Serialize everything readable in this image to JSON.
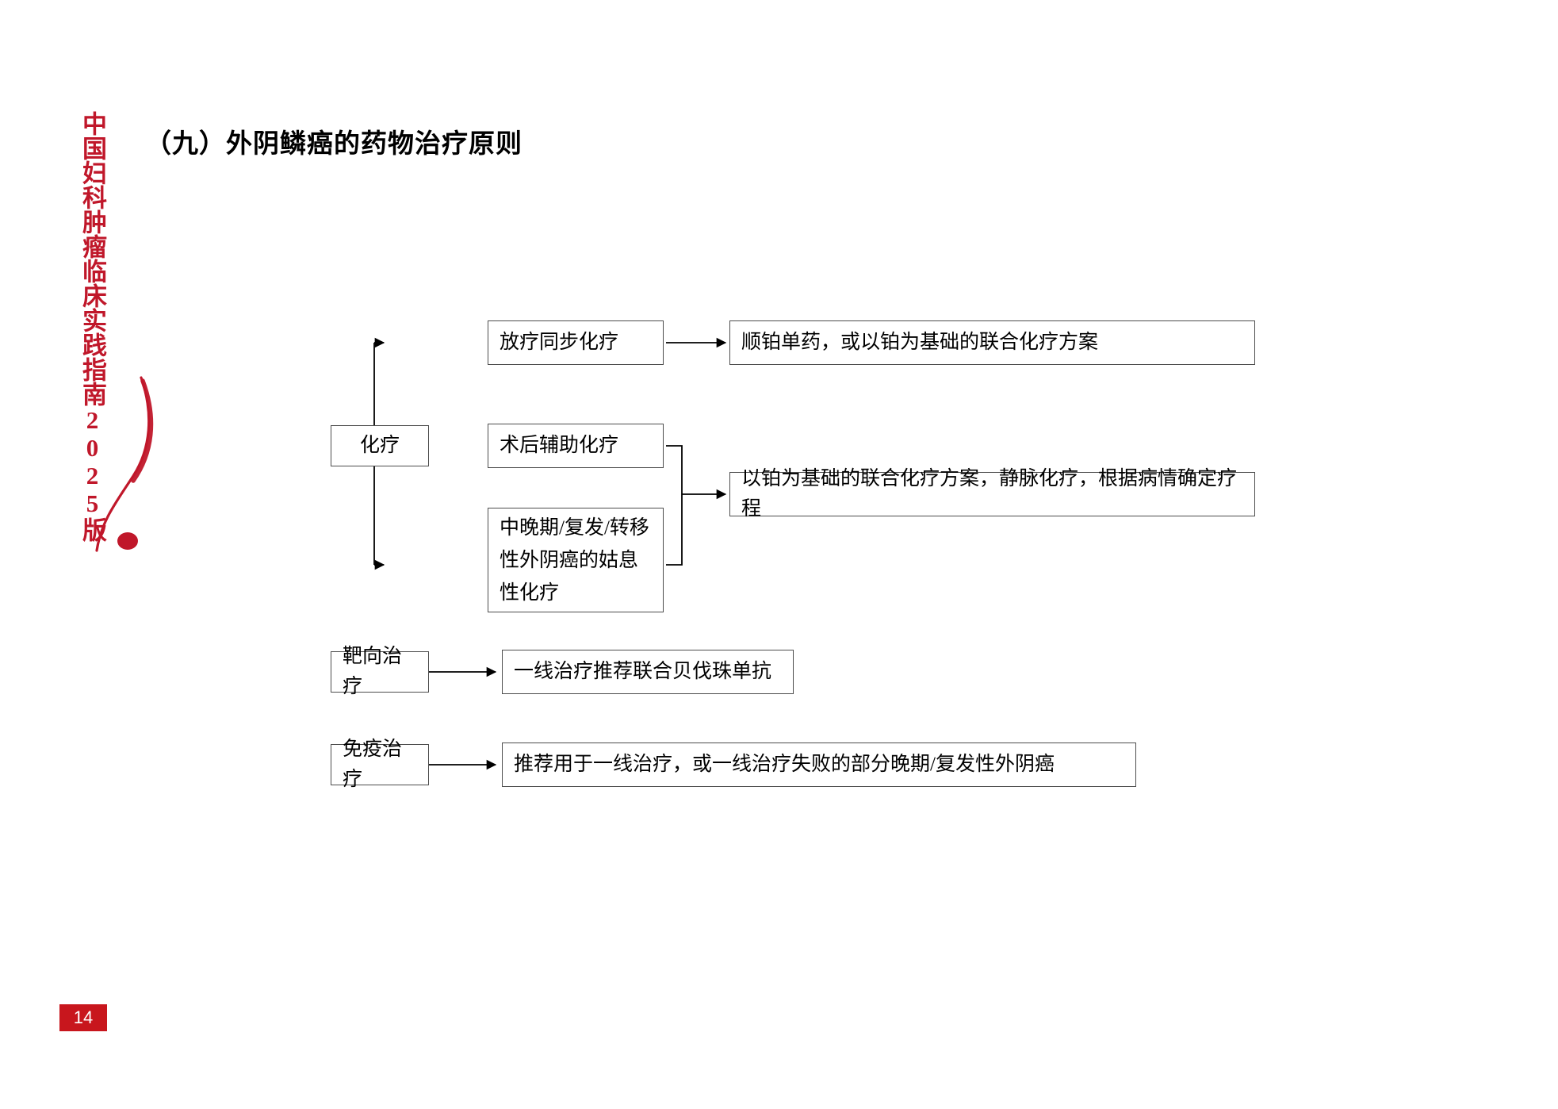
{
  "document": {
    "spine_text": "中国妇科肿瘤临床实践指南2025版",
    "title": "（九）外阴鳞癌的药物治疗原则",
    "page_number": "14",
    "accent_color": "#C0172A",
    "badge_color": "#C8161D"
  },
  "chart_data": {
    "type": "diagram",
    "title": "（九）外阴鳞癌的药物治疗原则",
    "nodes": [
      {
        "id": "chemo",
        "label": "化疗",
        "role": "category"
      },
      {
        "id": "ccrt",
        "label": "放疗同步化疗",
        "role": "branch"
      },
      {
        "id": "adjuvant",
        "label": "术后辅助化疗",
        "role": "branch"
      },
      {
        "id": "palliative",
        "label": "中晚期/复发/转移\n性外阴癌的姑息\n性化疗",
        "role": "branch"
      },
      {
        "id": "ccrt-detail",
        "label": "顺铂单药，或以铂为基础的联合化疗方案",
        "role": "detail"
      },
      {
        "id": "plat-detail",
        "label": "以铂为基础的联合化疗方案，静脉化疗，根据病情确定疗程",
        "role": "detail"
      },
      {
        "id": "targeted",
        "label": "靶向治疗",
        "role": "category"
      },
      {
        "id": "targeted-detail",
        "label": "一线治疗推荐联合贝伐珠单抗",
        "role": "detail"
      },
      {
        "id": "immune",
        "label": "免疫治疗",
        "role": "category"
      },
      {
        "id": "immune-detail",
        "label": "推荐用于一线治疗，或一线治疗失败的部分晚期/复发性外阴癌",
        "role": "detail"
      }
    ],
    "edges": [
      {
        "from": "chemo",
        "to": "ccrt"
      },
      {
        "from": "chemo",
        "to": "adjuvant"
      },
      {
        "from": "chemo",
        "to": "palliative"
      },
      {
        "from": "ccrt",
        "to": "ccrt-detail"
      },
      {
        "from": "adjuvant",
        "to": "plat-detail"
      },
      {
        "from": "palliative",
        "to": "plat-detail"
      },
      {
        "from": "targeted",
        "to": "targeted-detail"
      },
      {
        "from": "immune",
        "to": "immune-detail"
      }
    ]
  }
}
